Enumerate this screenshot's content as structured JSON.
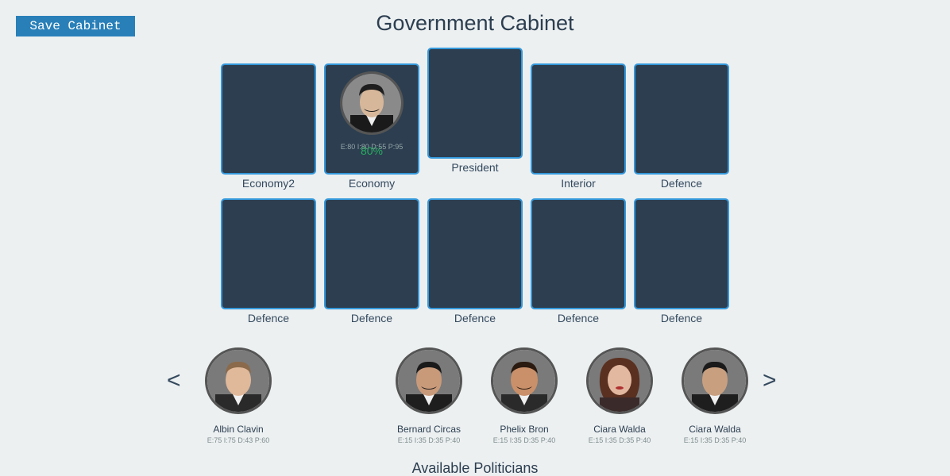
{
  "header": {
    "save_label": "Save Cabinet",
    "title": "Government Cabinet"
  },
  "cabinet": {
    "row1": [
      {
        "label": "Economy2"
      },
      {
        "label": "Economy",
        "stats": "E:80 I:80 D:55 P:95",
        "percent": "80%"
      },
      {
        "label": "President"
      },
      {
        "label": "Interior"
      },
      {
        "label": "Defence"
      }
    ],
    "row2": [
      {
        "label": "Defence"
      },
      {
        "label": "Defence"
      },
      {
        "label": "Defence"
      },
      {
        "label": "Defence"
      },
      {
        "label": "Defence"
      }
    ]
  },
  "carousel": {
    "prev": "<",
    "next": ">",
    "politicians": [
      {
        "name": "Albin Clavin",
        "stats": "E:75 I:75 D:43 P:60"
      },
      {
        "name": "Bernard Circas",
        "stats": "E:15 I:35 D:35 P:40"
      },
      {
        "name": "Phelix Bron",
        "stats": "E:15 I:35 D:35 P:40"
      },
      {
        "name": "Ciara Walda",
        "stats": "E:15 I:35 D:35 P:40"
      },
      {
        "name": "Ciara Walda",
        "stats": "E:15 I:35 D:35 P:40"
      }
    ]
  },
  "section_title": "Available Politicians",
  "colors": {
    "background": "#ecf0f1",
    "slot_fill": "#2c3e50",
    "slot_border": "#3498db",
    "button": "#2980b9",
    "percent": "#27ae60"
  }
}
